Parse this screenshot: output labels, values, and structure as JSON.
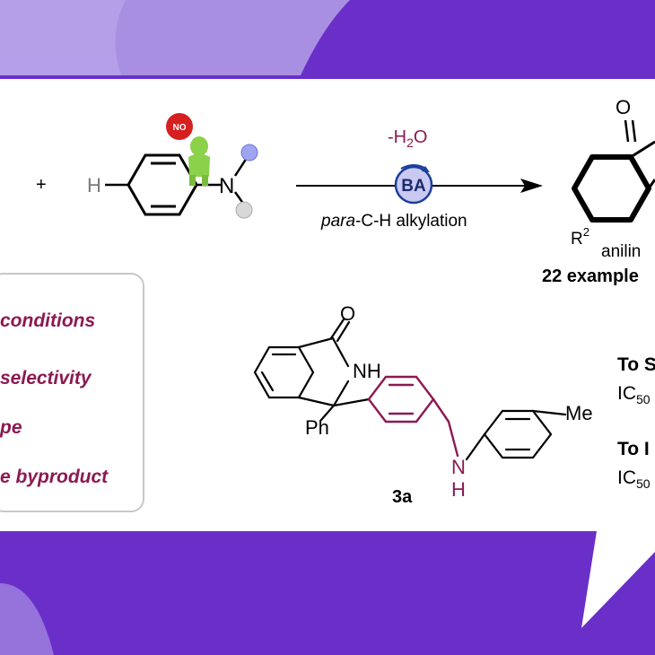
{
  "colors": {
    "purple_bg": "#6a2fc8",
    "purple_light": "#a98fe2",
    "bond": "#000000",
    "highlight": "#8b1a52",
    "feature_text": "#8b1a52",
    "catalyst_fill": "#c9c9f2",
    "catalyst_stroke": "#1b3f9a",
    "no_badge": "#d62020",
    "figure": "#8bd14a"
  },
  "reaction": {
    "plus": "+",
    "h_label": "H",
    "n_label": "N",
    "no_badge": "NO",
    "water": "-H",
    "water_sub": "2",
    "water_end": "O",
    "catalyst": "BA",
    "condition_italic": "para",
    "condition_rest": "-C-H alkylation",
    "o_label": "O",
    "r2_label": "R",
    "r2_sup": "2",
    "product_class": "anilin",
    "examples": "22 example"
  },
  "features": [
    "conditions",
    "selectivity",
    "pe",
    "e byproduct"
  ],
  "molecule": {
    "o_label": "O",
    "nh_label": "NH",
    "ph_label": "Ph",
    "me_label": "Me",
    "n_label": "N",
    "h_label": "H",
    "compound_id": "3a"
  },
  "activity": {
    "line1_title": "To S",
    "line1_value": "IC",
    "line1_sub": "50",
    "line2_title": "To I",
    "line2_value": "IC",
    "line2_sub": "50"
  }
}
